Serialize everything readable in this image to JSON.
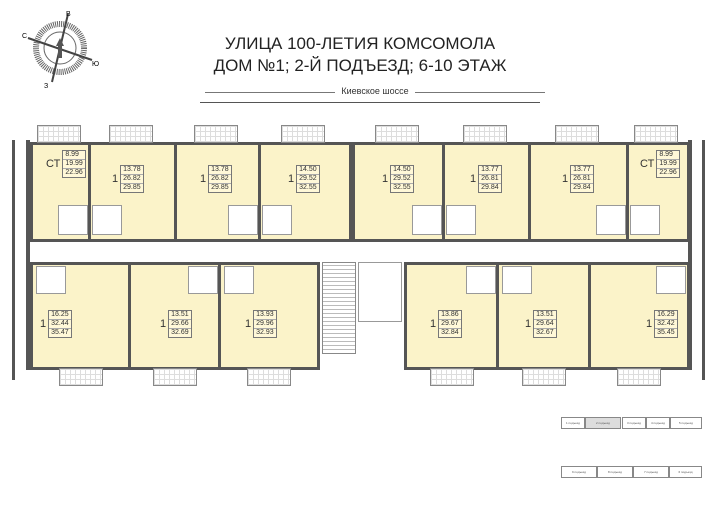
{
  "header": {
    "line1": "УЛИЦА 100-ЛЕТИЯ КОМСОМОЛА",
    "line2": "ДОМ №1; 2-Й ПОДЪЕЗД; 6-10 ЭТАЖ",
    "road": "Киевское шоссе"
  },
  "compass": {
    "n": "С",
    "e": "В",
    "s": "Ю",
    "w": "З"
  },
  "colors": {
    "apartment_fill": "#fbf3c9",
    "wall": "#555555",
    "highlight": "#dddddd"
  },
  "top_units": [
    {
      "rooms": "СТ",
      "living": "8.99",
      "total_no_balcony": "19.99",
      "total": "22.96"
    },
    {
      "rooms": "1",
      "living": "13.78",
      "total_no_balcony": "26.82",
      "total": "29.85"
    },
    {
      "rooms": "1",
      "living": "13.78",
      "total_no_balcony": "26.82",
      "total": "29.85"
    },
    {
      "rooms": "1",
      "living": "14.50",
      "total_no_balcony": "29.52",
      "total": "32.55"
    },
    {
      "rooms": "1",
      "living": "14.50",
      "total_no_balcony": "29.52",
      "total": "32.55"
    },
    {
      "rooms": "1",
      "living": "13.77",
      "total_no_balcony": "26.81",
      "total": "29.84"
    },
    {
      "rooms": "1",
      "living": "13.77",
      "total_no_balcony": "26.81",
      "total": "29.84"
    },
    {
      "rooms": "СТ",
      "living": "8.99",
      "total_no_balcony": "19.99",
      "total": "22.96"
    }
  ],
  "bottom_units": [
    {
      "rooms": "1",
      "living": "16.25",
      "total_no_balcony": "32.44",
      "total": "35.47"
    },
    {
      "rooms": "1",
      "living": "13.51",
      "total_no_balcony": "29.66",
      "total": "32.69"
    },
    {
      "rooms": "1",
      "living": "13.93",
      "total_no_balcony": "29.96",
      "total": "32.93"
    },
    {
      "rooms": "1",
      "living": "13.86",
      "total_no_balcony": "29.67",
      "total": "32.84"
    },
    {
      "rooms": "1",
      "living": "13.51",
      "total_no_balcony": "29.64",
      "total": "32.67"
    },
    {
      "rooms": "1",
      "living": "16.29",
      "total_no_balcony": "32.42",
      "total": "35.45"
    }
  ],
  "legend": {
    "top": [
      "1 подъезд",
      "2 подъезд",
      "3 подъезд",
      "4 подъезд",
      "5 подъезд"
    ],
    "bottom": [
      "9 подъезд",
      "8 подъезд",
      "7 подъезд",
      "6 подъезд"
    ],
    "active": "2 подъезд"
  }
}
